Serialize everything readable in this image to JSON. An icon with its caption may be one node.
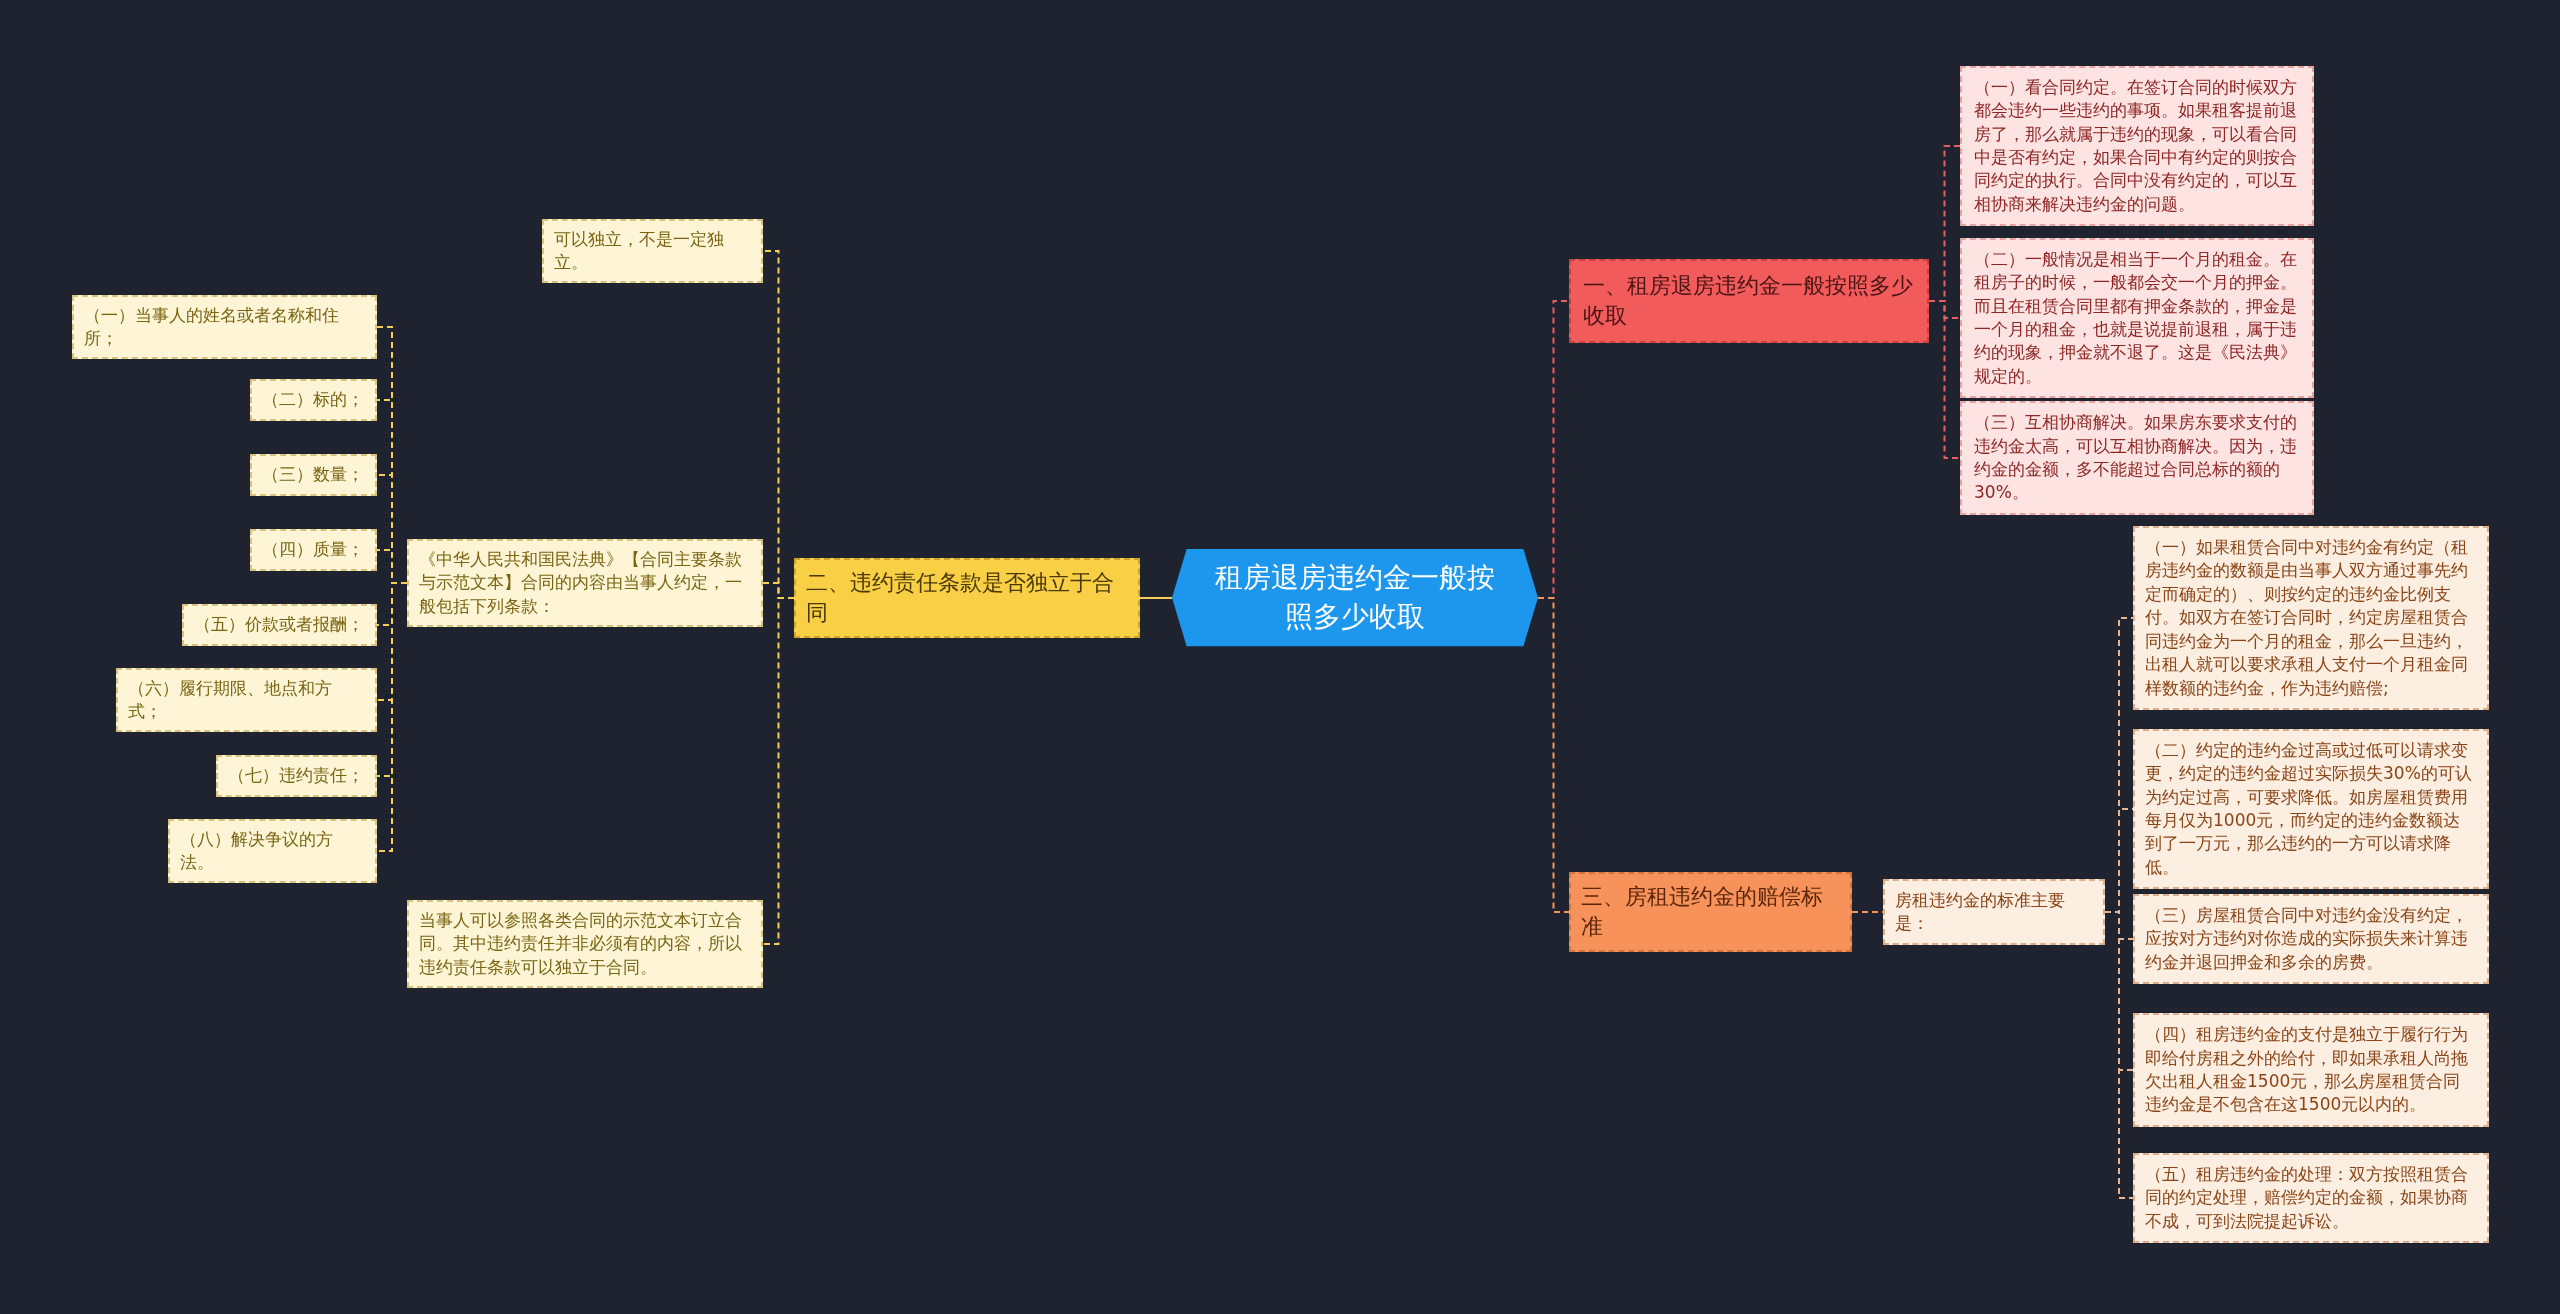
{
  "diagram": {
    "nodes": [
      {
        "text": [
          "租房退房违约金一般按照多少收取"
        ]
      },
      {
        "text": [
          "一、租房退房违约金一般按照多少收取"
        ]
      },
      {
        "text": [
          "（一）看合同约定。在签订合同的时候双方都会违约一些违约的事项。如果租客提前退房了，那么就属于违约的现象，可以看合同中是否有约定，如果合同中有约定的则按合同约定的执行。合同中没有约定的，可以互相协商来解决违约金的问题。"
        ]
      },
      {
        "text": [
          "（二）一般情况是相当于一个月的租金。在租房子的时候，一般都会交一个月的押金。而且在租赁合同里都有押金条款的，押金是一个月的租金，也就是说提前退租，属于违约的现象，押金就不退了。这是《民法典》规定的。"
        ]
      },
      {
        "text": [
          "（三）互相协商解决。如果房东要求支付的违约金太高，可以互相协商解决。因为，违约金的金额，多不能超过合同总标的额的30%。"
        ]
      },
      {
        "text": [
          "二、违约责任条款是否独立于合同"
        ]
      },
      {
        "text": [
          "可以独立，不是一定独立。"
        ]
      },
      {
        "text": [
          "《中华人民共和国民法典》【合同主要条款与示范文本】合同的内容由当事人约定，一般包括下列条款："
        ]
      },
      {
        "text": [
          "（一）当事人的姓名或者名称和住所；"
        ]
      },
      {
        "text": [
          "（二）标的；"
        ]
      },
      {
        "text": [
          "（三）数量；"
        ]
      },
      {
        "text": [
          "（四）质量；"
        ]
      },
      {
        "text": [
          "（五）价款或者报酬；"
        ]
      },
      {
        "text": [
          "（六）履行期限、地点和方式；"
        ]
      },
      {
        "text": [
          "（七）违约责任；"
        ]
      },
      {
        "text": [
          "（八）解决争议的方法。"
        ]
      },
      {
        "text": [
          "当事人可以参照各类合同的示范文本订立合同。其中违约责任并非必须有的内容，所以违约责任条款可以独立于合同。"
        ]
      },
      {
        "text": [
          "三、房租违约金的赔偿标准"
        ]
      },
      {
        "text": [
          "房租违约金的标准主要是："
        ]
      },
      {
        "text": [
          "（一）如果租赁合同中对违约金有约定（租房违约金的数额是由当事人双方通过事先约定而确定的）、则按约定的违约金比例支付。如双方在签订合同时，约定房屋租赁合同违约金为一个月的租金，那么一旦违约，出租人就可以要求承租人支付一个月租金同样数额的违约金，作为违约赔偿;"
        ]
      },
      {
        "text": [
          "（二）约定的违约金过高或过低可以请求变更，约定的违约金超过实际损失30%的可认为约定过高，可要求降低。如房屋租赁费用每月仅为1000元，而约定的违约金数额达到了一万元，那么违约的一方可以请求降低。"
        ]
      },
      {
        "text": [
          "（三）房屋租赁合同中对违约金没有约定，应按对方违约对你造成的实际损失来计算违约金并退回押金和多余的房费。"
        ]
      },
      {
        "text": [
          "（四）租房违约金的支付是独立于履行行为即给付房租之外的给付，即如果承租人尚拖欠出租人租金1500元，那么房屋租赁合同违约金是不包含在这1500元以内的。"
        ]
      },
      {
        "text": [
          "（五）租房违约金的处理：双方按照租赁合同的约定处理，赔偿约定的金额，如果协商不成，可到法院提起诉讼。"
        ]
      }
    ],
    "edges": [
      {
        "from": 0,
        "to": 1,
        "arrow": "none",
        "style": "dashed",
        "color": "#e8605e"
      },
      {
        "from": 1,
        "to": 2,
        "arrow": "none",
        "style": "dashed",
        "color": "#e8605e"
      },
      {
        "from": 1,
        "to": 3,
        "arrow": "none",
        "style": "dashed",
        "color": "#e8605e"
      },
      {
        "from": 1,
        "to": 4,
        "arrow": "none",
        "style": "dashed",
        "color": "#e8605e"
      },
      {
        "from": 0,
        "to": 5,
        "arrow": "none"
      },
      {
        "from": 5,
        "to": 6,
        "arrow": "none",
        "style": "dashed"
      },
      {
        "from": 5,
        "to": 7,
        "arrow": "none",
        "style": "dashed"
      },
      {
        "from": 7,
        "to": 8,
        "arrow": "none",
        "style": "dashed"
      },
      {
        "from": 7,
        "to": 9,
        "arrow": "none",
        "style": "dashed"
      },
      {
        "from": 7,
        "to": 10,
        "arrow": "none",
        "style": "dashed"
      },
      {
        "from": 7,
        "to": 11,
        "arrow": "none",
        "style": "dashed"
      },
      {
        "from": 7,
        "to": 12,
        "arrow": "none",
        "style": "dashed"
      },
      {
        "from": 7,
        "to": 13,
        "arrow": "none",
        "style": "dashed"
      },
      {
        "from": 7,
        "to": 14,
        "arrow": "none",
        "style": "dashed"
      },
      {
        "from": 7,
        "to": 15,
        "arrow": "none",
        "style": "dashed"
      },
      {
        "from": 5,
        "to": 16,
        "arrow": "none",
        "style": "dashed"
      },
      {
        "from": 0,
        "to": 17,
        "arrow": "none",
        "style": "dashed",
        "color": "#f4985a"
      },
      {
        "from": 17,
        "to": 18,
        "arrow": "none",
        "style": "dashed",
        "color": "#f4985a"
      },
      {
        "from": 18,
        "to": 19,
        "arrow": "none",
        "style": "dashed",
        "color": "#eab48c"
      },
      {
        "from": 18,
        "to": 20,
        "arrow": "none",
        "style": "dashed",
        "color": "#eab48c"
      },
      {
        "from": 18,
        "to": 21,
        "arrow": "none",
        "style": "dashed",
        "color": "#eab48c"
      },
      {
        "from": 18,
        "to": 22,
        "arrow": "none",
        "style": "dashed",
        "color": "#eab48c"
      },
      {
        "from": 18,
        "to": 23,
        "arrow": "none",
        "style": "dashed",
        "color": "#eab48c"
      }
    ]
  }
}
